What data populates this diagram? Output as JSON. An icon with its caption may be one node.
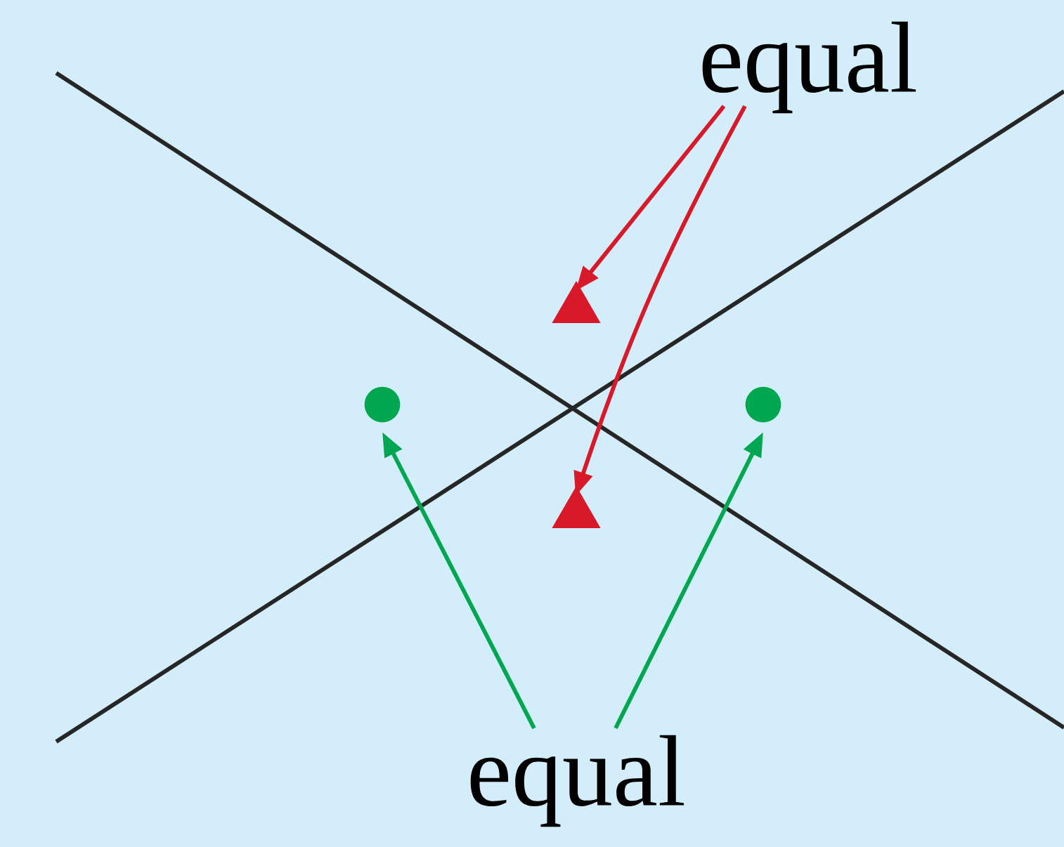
{
  "diagram": {
    "nodes": [
      {
        "text": [
          "equal"
        ]
      },
      {
        "text": [],
        "shape": "triangle"
      },
      {
        "text": [],
        "shape": "triangle"
      },
      {
        "text": [],
        "shape": "circle"
      },
      {
        "text": [],
        "shape": "circle"
      },
      {
        "text": [
          "equal"
        ]
      }
    ],
    "edges": [
      {
        "from": 0,
        "to": 1,
        "arrow": "to",
        "color": "#d7192a"
      },
      {
        "from": 0,
        "to": 2,
        "arrow": "to",
        "color": "#d7192a"
      },
      {
        "from": 5,
        "to": 3,
        "arrow": "to",
        "color": "#00a650"
      },
      {
        "from": 5,
        "to": 4,
        "arrow": "to",
        "color": "#00a650"
      }
    ]
  }
}
